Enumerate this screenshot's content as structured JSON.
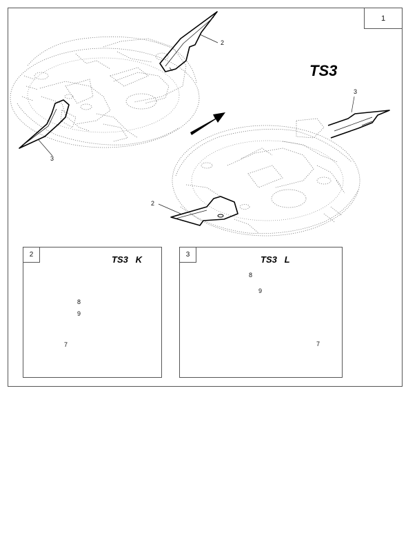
{
  "page": {
    "number": "1",
    "main_model_label": "TS3"
  },
  "main_view": {
    "callouts": {
      "top_guard": "2",
      "left_guard": "3",
      "right_top_guard": "3",
      "right_bottom_guard": "2"
    }
  },
  "inset_left": {
    "number": "2",
    "label": "TS3   K",
    "callouts": {
      "bolt": "8",
      "nut": "9",
      "glue": "7"
    }
  },
  "inset_right": {
    "number": "3",
    "label": "TS3   L",
    "callouts": {
      "bolt": "8",
      "nut": "9",
      "glue": "7"
    }
  }
}
